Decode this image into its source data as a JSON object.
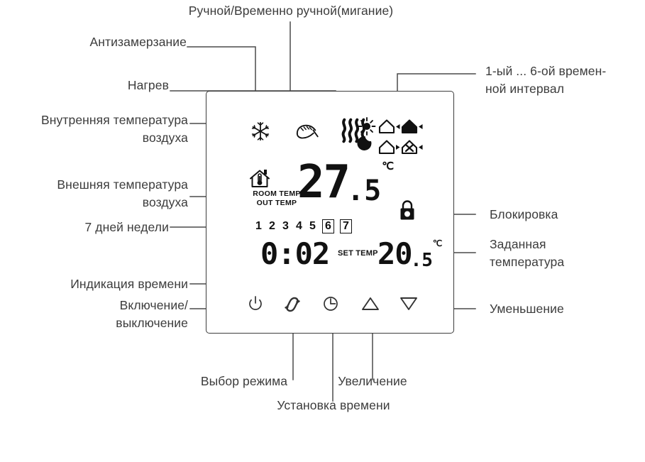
{
  "callouts": {
    "manual": "Ручной/Временно ручной(мигание)",
    "antifreeze": "Антизамерзание",
    "heating": "Нагрев",
    "indoor_temp": "Внутренняя температура\nвоздуха",
    "outdoor_temp": "Внешняя температура\nвоздуха",
    "seven_days": "7 дней недели",
    "time_display": "Индикация времени",
    "power_onoff": "Включение/\nвыключение",
    "time_intervals": "1-ый ... 6-ой времен-\nной интервал",
    "lock": "Блокировка",
    "set_temperature": "Заданная\nтемпература",
    "decrease": "Уменьшение",
    "mode_select": "Выбор режима",
    "time_setup": "Установка времени",
    "increase": "Увеличение"
  },
  "display": {
    "status_icons": [
      {
        "name": "snowflake-icon",
        "title": "Антизамерзание"
      },
      {
        "name": "hand-icon",
        "title": "Ручной режим"
      },
      {
        "name": "heating-waves-icon",
        "title": "Нагрев"
      }
    ],
    "period_icons": [
      {
        "name": "sun-icon",
        "slot": "1"
      },
      {
        "name": "house-outline-icon",
        "slot": "2"
      },
      {
        "name": "house-filled-icon",
        "slot": "3"
      },
      {
        "name": "moon-icon",
        "slot": "4"
      },
      {
        "name": "house-outline-icon",
        "slot": "5"
      },
      {
        "name": "house-x-icon",
        "slot": "6"
      }
    ],
    "room_temp_label": "ROOM TEMP",
    "out_temp_label": "OUT TEMP",
    "current_temp": {
      "integer": "27",
      "decimal": ".5",
      "unit": "℃"
    },
    "lock_icon": "padlock-closed-icon",
    "weekdays": [
      {
        "day": "1",
        "boxed": false
      },
      {
        "day": "2",
        "boxed": false
      },
      {
        "day": "3",
        "boxed": false
      },
      {
        "day": "4",
        "boxed": false
      },
      {
        "day": "5",
        "boxed": false
      },
      {
        "day": "6",
        "boxed": true
      },
      {
        "day": "7",
        "boxed": true
      }
    ],
    "clock": "0:02",
    "set_temp_label": "SET TEMP",
    "set_temp": {
      "integer": "20",
      "decimal": ".5",
      "unit": "℃"
    },
    "buttons": [
      {
        "name": "power-button",
        "icon": "power-icon"
      },
      {
        "name": "mode-button",
        "icon": "cycle-arrows-icon"
      },
      {
        "name": "clock-button",
        "icon": "clock-icon"
      },
      {
        "name": "increase-button",
        "icon": "triangle-up-icon"
      },
      {
        "name": "decrease-button",
        "icon": "triangle-down-icon"
      }
    ]
  },
  "colors": {
    "ink": "#111111",
    "line": "#4a4a4a",
    "text": "#3c3c3c",
    "background": "#ffffff"
  }
}
